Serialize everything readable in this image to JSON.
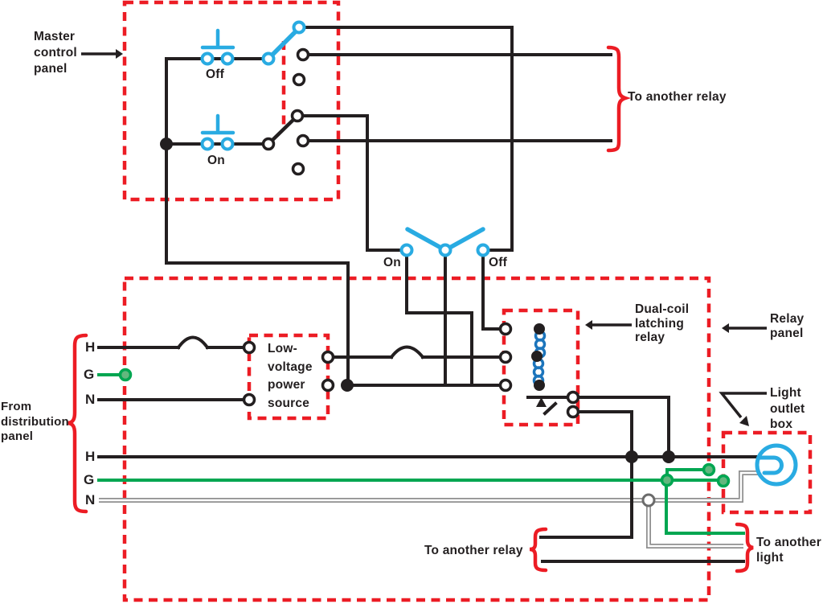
{
  "colors": {
    "wire_black": "#231F20",
    "panel_red": "#EC1C24",
    "switch_cyan": "#29ABE2",
    "coil_blue": "#1C75BC",
    "ground_green": "#00A651",
    "neutral_gray": "#8F8F8F"
  },
  "master_panel": {
    "label_lines": [
      "Master",
      "control",
      "panel"
    ],
    "off_button": "Off",
    "on_button": "On"
  },
  "selector": {
    "on": "On",
    "off": "Off"
  },
  "top_right": {
    "to_another_relay": "To another relay"
  },
  "distribution": {
    "label_lines": [
      "From",
      "distribution",
      "panel"
    ],
    "upper": [
      "H",
      "G",
      "N"
    ],
    "lower": [
      "H",
      "G",
      "N"
    ]
  },
  "low_voltage_source": {
    "label_lines": [
      "Low-",
      "voltage",
      "power",
      "source"
    ]
  },
  "latching_relay": {
    "label_lines": [
      "Dual-coil",
      "latching",
      "relay"
    ]
  },
  "relay_panel": {
    "label_lines": [
      "Relay",
      "panel"
    ]
  },
  "light_outlet": {
    "label_lines": [
      "Light",
      "outlet",
      "box"
    ]
  },
  "bottom": {
    "to_another_relay": "To another relay",
    "to_another_light_lines": [
      "To another",
      "light"
    ]
  }
}
